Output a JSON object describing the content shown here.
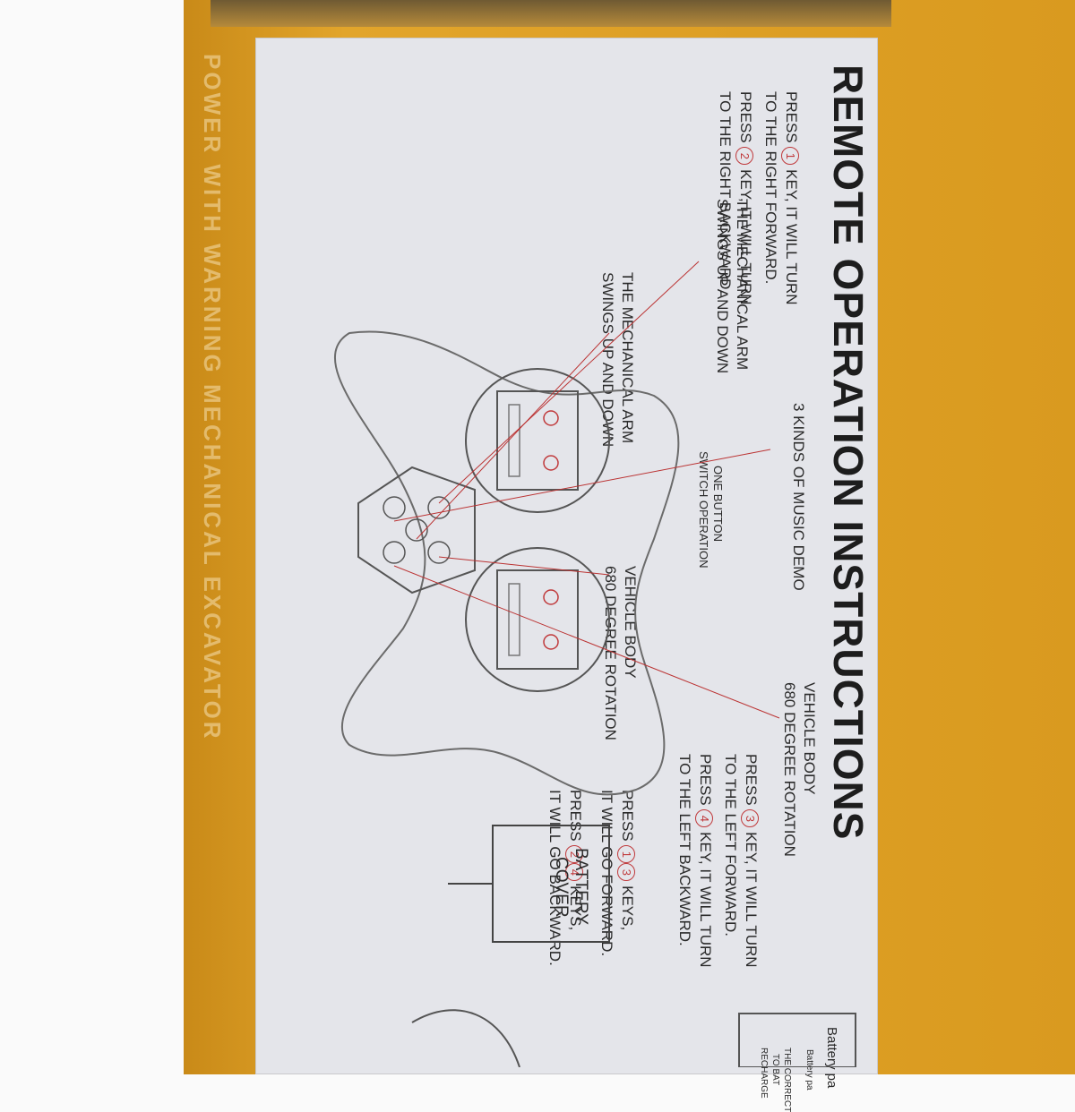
{
  "title": "REMOTE OPERATION INSTRUCTIONS",
  "labels": {
    "press1_a": "PRESS",
    "press1_b": "KEY, IT WILL TURN",
    "press1_c": "TO THE RIGHT FORWARD.",
    "press2_a": "PRESS",
    "press2_b": "KEY, IT WILL TURN",
    "press2_c": "TO THE RIGHT BACKWARD.",
    "arm_top_1": "THE MECHANICAL ARM",
    "arm_top_2": "SWINGS UP AND DOWN",
    "arm_left_1": "THE MECHANICAL ARM",
    "arm_left_2": "SWINGS UP AND DOWN",
    "music_demo": "3 KINDS OF MUSIC DEMO",
    "one_button_1": "ONE BUTTON",
    "one_button_2": "SWITCH OPERATION",
    "body_left_1": "VEHICLE BODY",
    "body_left_2": "680 DEGREE ROTATION",
    "body_right_1": "VEHICLE BODY",
    "body_right_2": "680 DEGREE ROTATION",
    "press3_a": "PRESS",
    "press3_b": "KEY, IT WILL TURN",
    "press3_c": "TO THE LEFT FORWARD.",
    "press4_a": "PRESS",
    "press4_b": "KEY, IT WILL TURN",
    "press4_c": "TO THE LEFT BACKWARD.",
    "press13_a": "PRESS",
    "press13_b": "KEYS,",
    "press13_c": "IT WILL GO FORWARD.",
    "press24_a": "PRESS",
    "press24_b": "KEYS,",
    "press24_c": "IT WILL GO BACKWARD.",
    "battery_cover_1": "BATTERY",
    "battery_cover_2": "COVER",
    "battery_pack": "Battery pa",
    "battery_pack_small": "Battery pa",
    "correct_1": "THE CORRECT",
    "correct_2": "TO BAT",
    "correct_3": "RECHARGE"
  },
  "keys": {
    "k1": "1",
    "k2": "2",
    "k3": "3",
    "k4": "4"
  },
  "box_side_text": "POWER WITH WARNING MECHANICAL EXCAVATOR",
  "colors": {
    "box": "#d99a1f",
    "label": "#e4e5ea",
    "accent": "#c0393b",
    "ink": "#2a2a2a"
  }
}
